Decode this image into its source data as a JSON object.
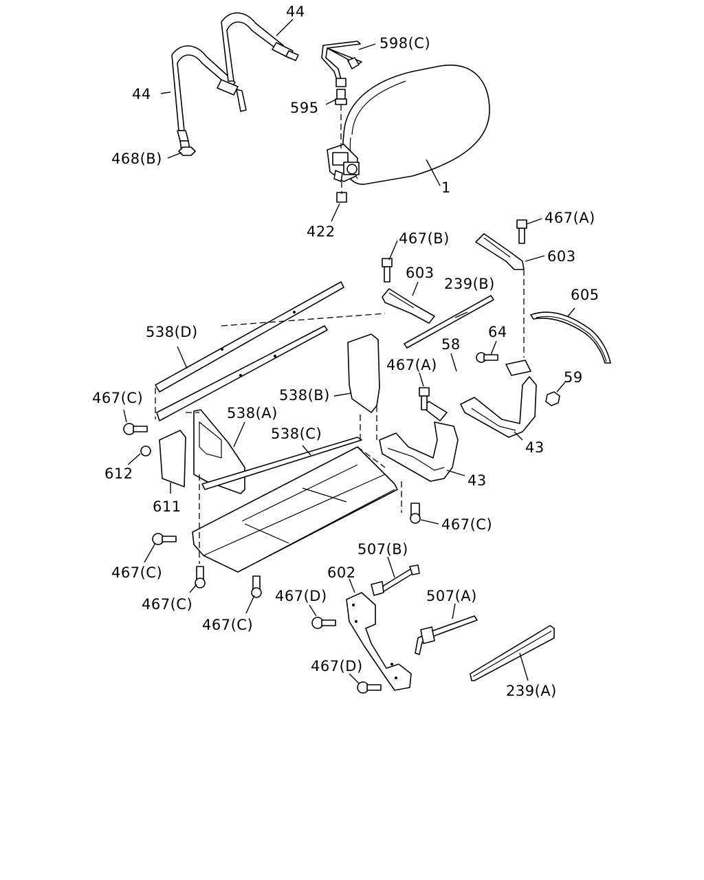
{
  "labels": {
    "l44a": "44",
    "l44b": "44",
    "l598c": "598(C)",
    "l595": "595",
    "l468b": "468(B)",
    "l1": "1",
    "l422": "422",
    "l467a_top": "467(A)",
    "l603_right": "603",
    "l467b": "467(B)",
    "l603_mid": "603",
    "l239b": "239(B)",
    "l605": "605",
    "l538d": "538(D)",
    "l64": "64",
    "l58": "58",
    "l467a_mid": "467(A)",
    "l59": "59",
    "l538b": "538(B)",
    "l467c_left": "467(C)",
    "l538a": "538(A)",
    "l538c": "538(C)",
    "l43_right": "43",
    "l612": "612",
    "l43_mid": "43",
    "l611": "611",
    "l467c_right": "467(C)",
    "l467c_bl1": "467(C)",
    "l507b": "507(B)",
    "l602": "602",
    "l467c_bl2": "467(C)",
    "l467d_a": "467(D)",
    "l507a": "507(A)",
    "l467c_bl3": "467(C)",
    "l467d_b": "467(D)",
    "l239a": "239(A)"
  }
}
